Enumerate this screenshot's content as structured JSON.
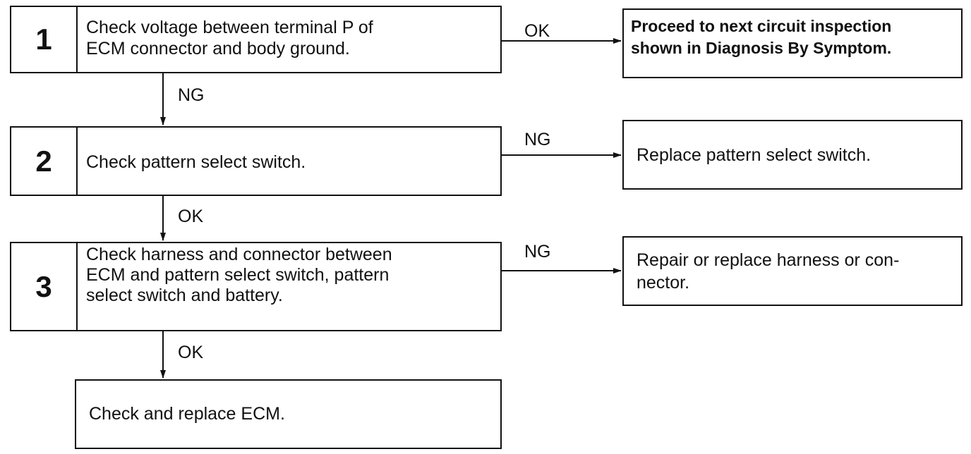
{
  "steps": [
    {
      "number": "1",
      "text_lines": [
        "Check voltage between terminal P of",
        "ECM connector and body ground."
      ]
    },
    {
      "number": "2",
      "text_lines": [
        "Check pattern select switch."
      ]
    },
    {
      "number": "3",
      "text_lines": [
        "Check harness and connector between",
        "ECM and pattern select switch, pattern",
        "select switch and battery."
      ]
    }
  ],
  "final_step": {
    "text": "Check and replace ECM."
  },
  "side_results": [
    {
      "label": "OK",
      "text_lines": [
        "Proceed to next circuit inspection",
        "shown in Diagnosis By Symptom."
      ]
    },
    {
      "label": "NG",
      "text_lines": [
        "Replace pattern select switch."
      ]
    },
    {
      "label": "NG",
      "text_lines": [
        "Repair or replace harness or con-",
        "nector."
      ]
    }
  ],
  "down_labels": [
    "NG",
    "OK",
    "OK"
  ]
}
